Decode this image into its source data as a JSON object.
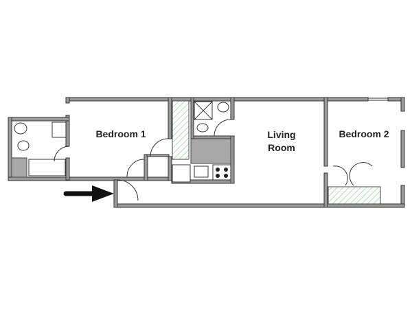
{
  "plan": {
    "rooms": {
      "bedroom1": "Bedroom 1",
      "living_line1": "Living",
      "living_line2": "Room",
      "bedroom2": "Bedroom 2"
    },
    "colors": {
      "wall": "#9a9a9a",
      "fill": "#a8a8a8",
      "hatch": "#7fbf7f"
    }
  }
}
